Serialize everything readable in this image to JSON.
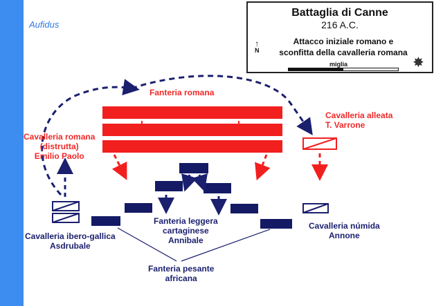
{
  "river": {
    "label": "Aufidus"
  },
  "legend": {
    "title": "Battaglia di Canne",
    "date": "216 A.C.",
    "description": "Attacco iniziale romano e\nsconfitta della cavalleria romana",
    "scale_label": "miglia",
    "north_label": "N"
  },
  "labels": {
    "roman_infantry": "Fanteria romana",
    "roman_cavalry": "Cavalleria romana\n(distrutta)\nEmilio Paolo",
    "allied_cavalry": "Cavalleria alleata\nT. Varrone",
    "light_infantry": "Fanteria leggera\ncartaginese\nAnnibale",
    "iberian_cavalry": "Cavalleria ibero-gallica\nAsdrubale",
    "numidian_cavalry": "Cavalleria númida\nAnnone",
    "heavy_infantry": "Fanteria pesante\nafricana"
  },
  "colors": {
    "roman": "#f21f1f",
    "carthaginian": "#141a64",
    "river": "#3d8cf0"
  }
}
